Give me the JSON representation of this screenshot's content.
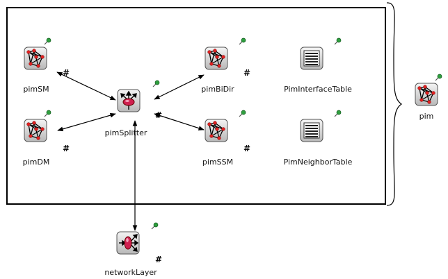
{
  "diagram": {
    "modules": {
      "pimSM": {
        "label": "pimSM",
        "icon": "network-module-icon"
      },
      "pimBiDir": {
        "label": "pimBiDir",
        "icon": "network-module-icon"
      },
      "pimDM": {
        "label": "pimDM",
        "icon": "network-module-icon"
      },
      "pimSSM": {
        "label": "pimSSM",
        "icon": "network-module-icon"
      },
      "pimSplitter": {
        "label": "pimSplitter",
        "icon": "splitter-icon"
      },
      "pimInterfaceTable": {
        "label": "PimInterfaceTable",
        "icon": "table-icon"
      },
      "pimNeighborTable": {
        "label": "PimNeighborTable",
        "icon": "table-icon"
      },
      "networkLayer": {
        "label": "networkLayer",
        "icon": "splitter-icon"
      },
      "pim": {
        "label": "pim",
        "icon": "network-module-icon"
      }
    },
    "gate_marker": "#",
    "colors": {
      "border": "#000000",
      "icon_red": "#e02020",
      "pin_green": "#2e9e3e",
      "icon_bg": "#d8d8d8"
    }
  }
}
